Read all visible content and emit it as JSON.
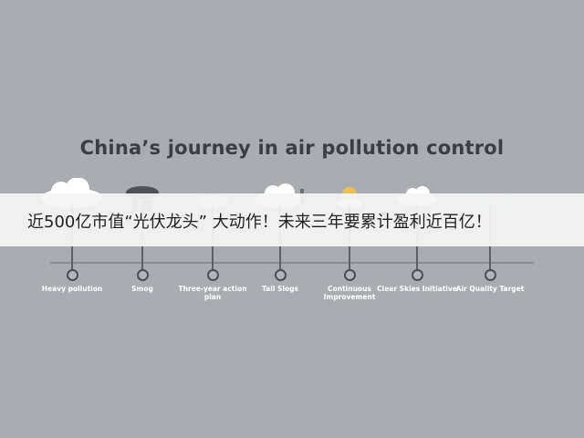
{
  "title": "China’s journey in air pollution control",
  "banner": {
    "headline": "近500亿市值“光伏龙头” 大动作！未来三年要累计盈利近百亿！"
  },
  "stages": [
    {
      "icon": "white-cloud-icon",
      "label": "Heavy pollution"
    },
    {
      "icon": "smog-factory-icon",
      "label": "Smog"
    },
    {
      "icon": "cloud-icon",
      "label": "Three-year action plan"
    },
    {
      "icon": "cloud-rain-icon",
      "label": "Tail Slogs"
    },
    {
      "icon": "sun-cloud-icon",
      "label": "Continuous Improvement"
    },
    {
      "icon": "cloud-icon",
      "label": "Clear Skies Initiative"
    },
    {
      "icon": "green-city-icon",
      "label": "Air Quality Target"
    }
  ],
  "colors": {
    "background": "#a9adb1",
    "banner": "#f5f5f5",
    "title": "#3b3f44",
    "green_accent": "#7fc9a0",
    "sun": "#f2c04a"
  }
}
